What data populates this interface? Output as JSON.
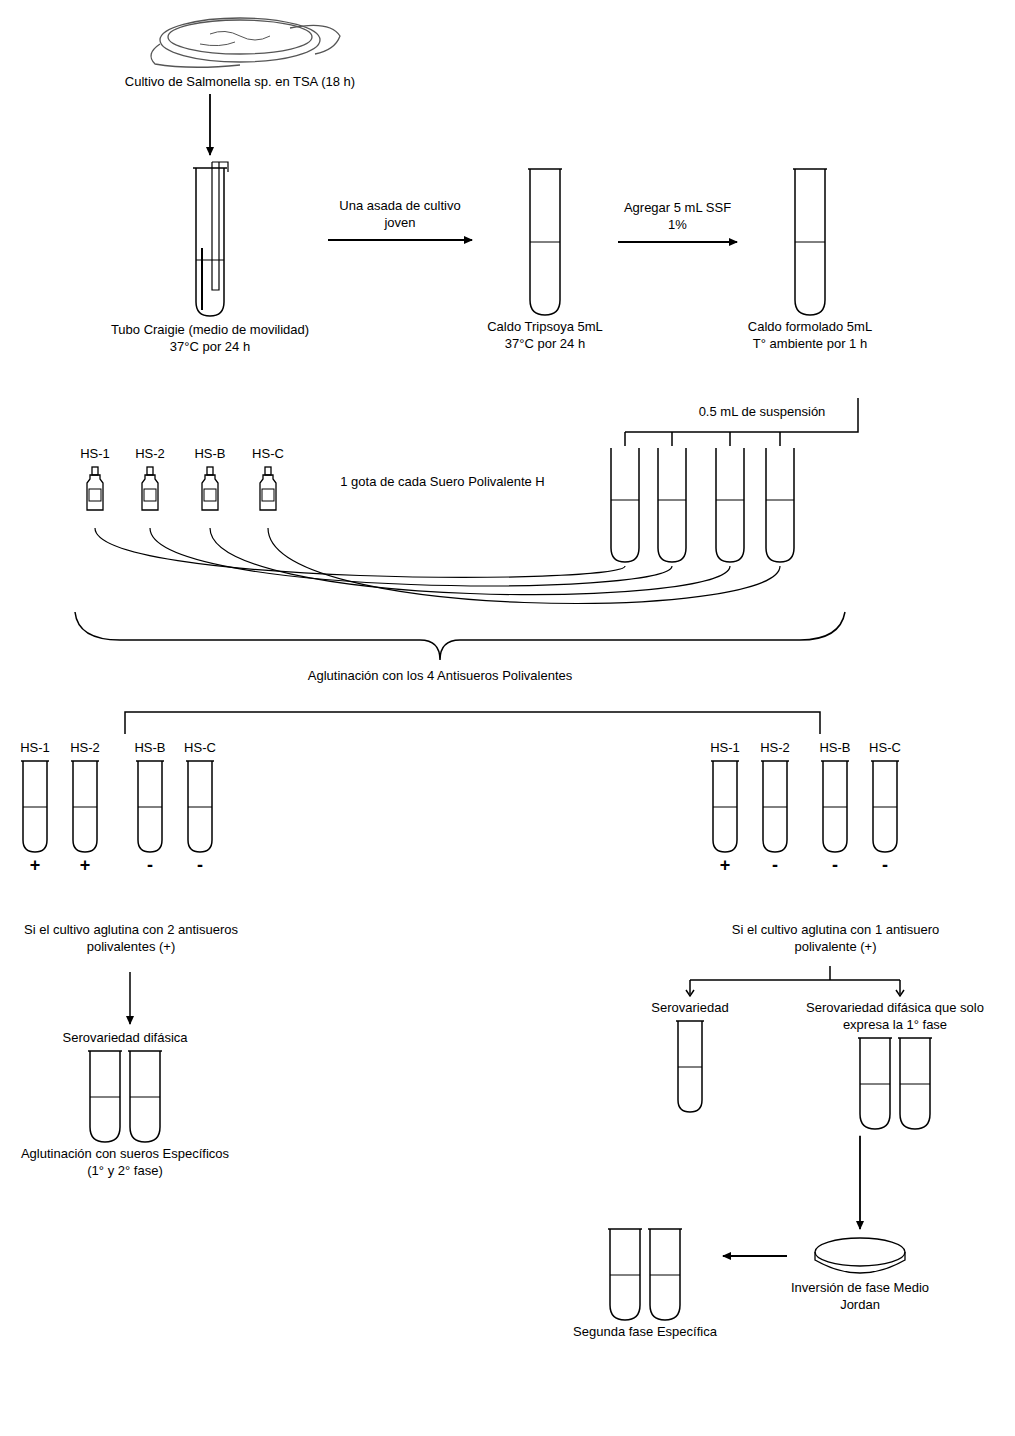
{
  "diagram": {
    "nodes": [
      {
        "text": [
          "Cultivo de Salmonella sp. en TSA (18 h)"
        ]
      },
      {
        "text": [
          "Tubo Craigie (medio de movilidad) 37°C por 24 h"
        ]
      },
      {
        "text": [
          "Caldo Tripsoya 5mL 37°C por 24 h"
        ]
      },
      {
        "text": [
          "Caldo formolado 5mL T° ambiente por 1 h"
        ]
      },
      {
        "text": [
          "HS-1"
        ]
      },
      {
        "text": [
          "HS-2"
        ]
      },
      {
        "text": [
          "HS-B"
        ]
      },
      {
        "text": [
          "HS-C"
        ]
      },
      {
        "text": [
          "HS-1",
          "+"
        ]
      },
      {
        "text": [
          "HS-2",
          "+"
        ]
      },
      {
        "text": [
          "HS-B",
          "-"
        ]
      },
      {
        "text": [
          "HS-C",
          "-"
        ]
      },
      {
        "text": [
          "HS-1",
          "+"
        ]
      },
      {
        "text": [
          "HS-2",
          "-"
        ]
      },
      {
        "text": [
          "HS-B",
          "-"
        ]
      },
      {
        "text": [
          "HS-C",
          "-"
        ]
      },
      {
        "text": [
          "Serovariedad difásica",
          "Aglutinación con sueros Específicos (1° y 2° fase)"
        ]
      },
      {
        "text": [
          "Serovariedad"
        ]
      },
      {
        "text": [
          "Serovariedad difásica que solo expresa la 1° fase"
        ]
      },
      {
        "text": [
          "Inversión de fase Medio Jordan"
        ]
      },
      {
        "text": [
          "Segunda fase Específica"
        ]
      }
    ],
    "edges": [
      {
        "from": 0,
        "to": 1,
        "arrow": "to"
      },
      {
        "from": 1,
        "to": 2,
        "label": "Una asada de cultivo joven",
        "arrow": "to"
      },
      {
        "from": 2,
        "to": 3,
        "label": "Agregar 5 mL SSF 1%",
        "arrow": "to"
      },
      {
        "from": 18,
        "to": 19,
        "arrow": "to"
      },
      {
        "from": 19,
        "to": 20,
        "arrow": "to"
      }
    ],
    "labels": [
      "0.5 mL de suspensión",
      "1 gota de cada Suero Polivalente H",
      "Aglutinación con los 4 Antisueros Polivalentes",
      "Si el cultivo aglutina con 2 antisueros polivalentes (+)",
      "Si el cultivo aglutina con 1 antisuero polivalente (+)"
    ]
  }
}
